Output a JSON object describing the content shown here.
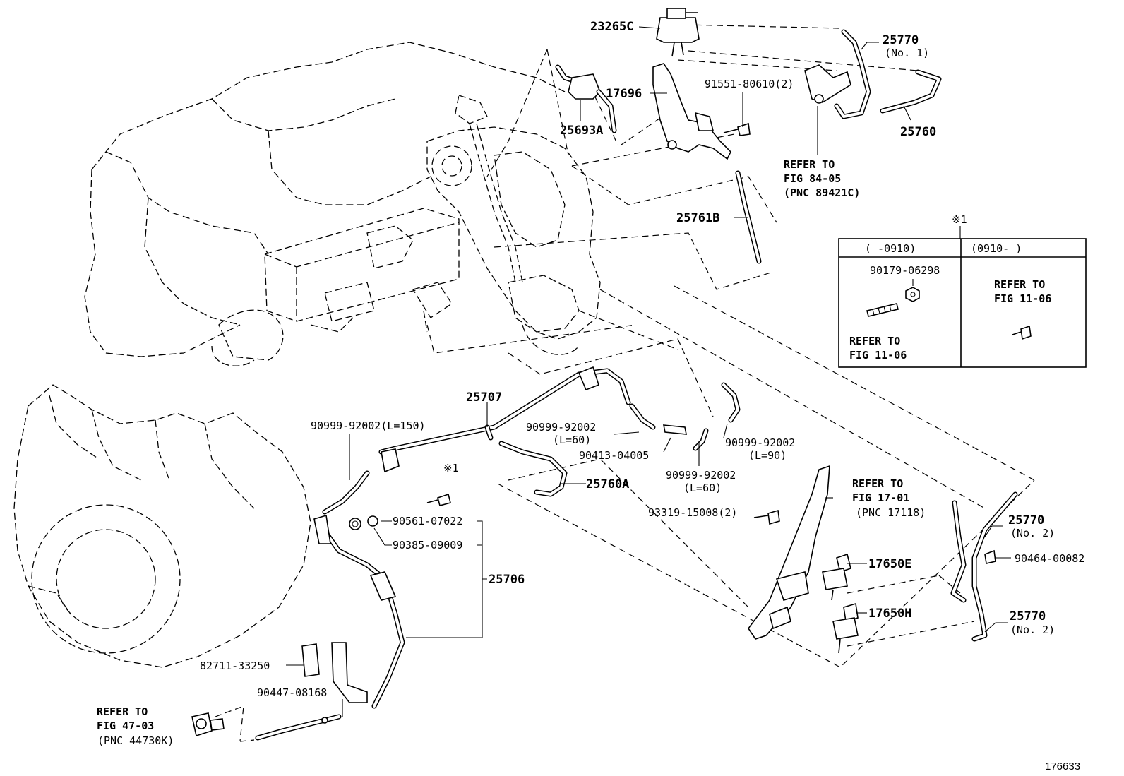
{
  "diagram_id": "176633",
  "labels": {
    "p23265C": "23265C",
    "p25770_1": "25770",
    "p25770_1_sub": "(No. 1)",
    "p17696": "17696",
    "p91551": "91551-80610(2)",
    "p25693A": "25693A",
    "p25760": "25760",
    "ref_84_line1": "REFER TO",
    "ref_84_line2": "FIG 84-05",
    "ref_84_line3": "(PNC 89421C)",
    "p25761B": "25761B",
    "p25707": "25707",
    "p90999_150": "90999-92002(L=150)",
    "p90999_60a": "90999-92002",
    "p90999_60a_sub": "(L=60)",
    "p90413": "90413-04005",
    "p90999_90": "90999-92002",
    "p90999_90_sub": "(L=90)",
    "p90999_60b": "90999-92002",
    "p90999_60b_sub": "(L=60)",
    "note_mark": "※1",
    "p25760A": "25760A",
    "p90561": "90561-07022",
    "p90385": "90385-09009",
    "p25706": "25706",
    "ref_17_line1": "REFER TO",
    "ref_17_line2": "FIG 17-01",
    "ref_17_line3": "(PNC 17118)",
    "p93319": "93319-15008(2)",
    "p25770_2a": "25770",
    "p25770_2a_sub": "(No. 2)",
    "p90464": "90464-00082",
    "p17650E": "17650E",
    "p17650H": "17650H",
    "p25770_2b": "25770",
    "p25770_2b_sub": "(No. 2)",
    "p82711": "82711-33250",
    "p90447": "90447-08168",
    "ref_47_line1": "REFER TO",
    "ref_47_line2": "FIG 47-03",
    "ref_47_line3": "(PNC 44730K)"
  },
  "note_table": {
    "mark": "※1",
    "col1_header": "(    -0910)",
    "col2_header": "(0910-    )",
    "col1_part": "90179-06298",
    "col1_ref_line1": "REFER TO",
    "col1_ref_line2": "FIG 11-06",
    "col2_ref_line1": "REFER TO",
    "col2_ref_line2": "FIG 11-06"
  }
}
